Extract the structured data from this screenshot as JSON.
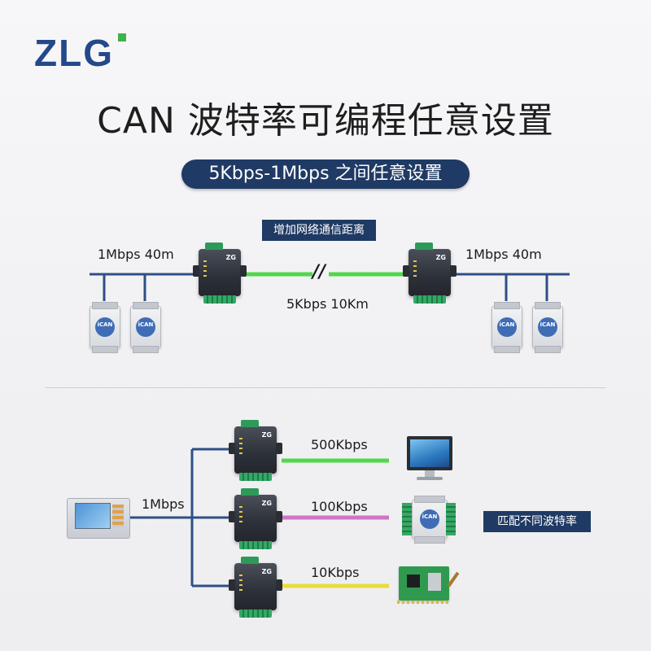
{
  "logo": {
    "text": "ZLG",
    "accent_color": "#3fb24a",
    "color": "#23498a"
  },
  "title": "CAN 波特率可编程任意设置",
  "subtitle": "5Kbps-1Mbps 之间任意设置",
  "top_section": {
    "extend_tag": "增加网络通信距离",
    "left_bus_label": "1Mbps  40m",
    "right_bus_label": "1Mbps  40m",
    "link_label": "5Kbps  10Km",
    "break_symbol": "//"
  },
  "bottom_section": {
    "source_label": "1Mbps",
    "branches": [
      {
        "rate": "500Kbps",
        "line_color": "#4fd84a",
        "device": "monitor-icon"
      },
      {
        "rate": "100Kbps",
        "line_color": "#cf74c6",
        "device": "ican-module-icon"
      },
      {
        "rate": "10Kbps",
        "line_color": "#e7dc3d",
        "device": "pcb-board-icon"
      }
    ],
    "match_tag": "匹配不同波特率"
  },
  "device_text": {
    "gateway_logo": "ZG",
    "ican_logo": "iCAN"
  },
  "colors": {
    "bus": "#2f4f86",
    "green_link": "#4fd84a",
    "tag_bg": "#1f3a64"
  }
}
